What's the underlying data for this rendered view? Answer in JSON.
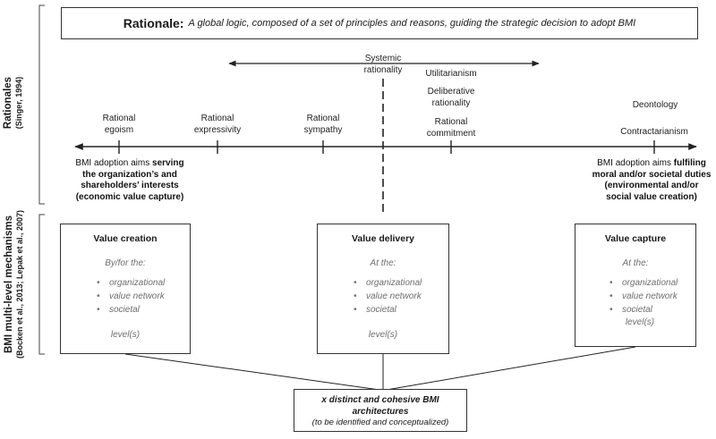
{
  "side_labels": {
    "rationales": {
      "title": "Rationales",
      "source": "(Singer, 1994)"
    },
    "mechanisms": {
      "title": "BMI multi-level mechanisms",
      "source": "(Bocken et al., 2013; Lepak et al., 2007)"
    }
  },
  "rationale_box": {
    "lead": "Rationale:",
    "definition": "A global logic, composed of a set of principles and reasons, guiding the strategic decision to adopt BMI"
  },
  "upper_labels": {
    "systemic": [
      "Systemic",
      "rationality"
    ],
    "utilitarianism": "Utilitarianism",
    "deliberative": [
      "Deliberative",
      "rationality"
    ],
    "deontology": "Deontology"
  },
  "axis_labels": {
    "rational_egoism": [
      "Rational",
      "egoism"
    ],
    "rational_expressivity": [
      "Rational",
      "expressivity"
    ],
    "rational_sympathy": [
      "Rational",
      "sympathy"
    ],
    "rational_commitment": [
      "Rational",
      "commitment"
    ],
    "contractarianism": "Contractarianism"
  },
  "axis_notes": {
    "left": {
      "prefix": "BMI adoption aims",
      "bold1": "serving",
      "line2": "the organization’s and",
      "line3": "shareholders’ interests",
      "line4": "(economic value capture)"
    },
    "right": {
      "prefix": "BMI adoption aims",
      "bold1": "fulfiling",
      "line2": "moral and/or societal duties",
      "line3": "(environmental and/or",
      "line4": "social value creation)"
    }
  },
  "mechanisms": {
    "creation": {
      "title": "Value creation",
      "intro": "By/for the:",
      "items": [
        "organizational",
        "value network",
        "societal"
      ],
      "level": "level(s)"
    },
    "delivery": {
      "title": "Value delivery",
      "intro": "At the:",
      "items": [
        "organizational",
        "value network",
        "societal"
      ],
      "level": "level(s)"
    },
    "capture": {
      "title": "Value capture",
      "intro": "At the:",
      "items": [
        "organizational",
        "value network",
        "societal"
      ],
      "level": "level(s)"
    }
  },
  "outcome": {
    "title": [
      "x distinct and cohesive BMI",
      "architectures"
    ],
    "subtitle": "(to be identified and conceptualized)"
  }
}
